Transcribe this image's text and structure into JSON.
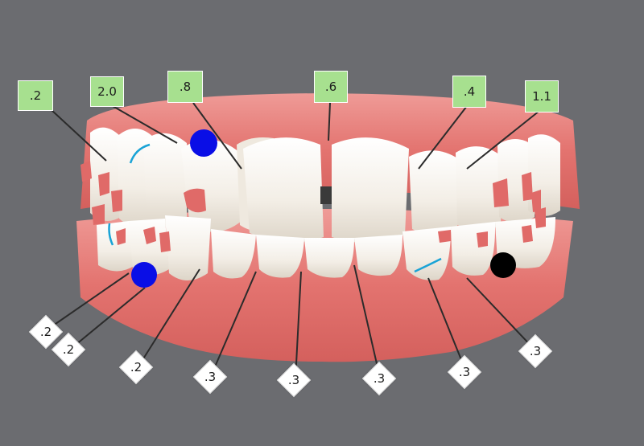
{
  "colors": {
    "background": "#6b6c70",
    "gum": "#e37b7b",
    "tooth": "#f4efe8",
    "attachment": "#e06a68",
    "upper_label_fill": "#a7e08f",
    "lower_label_fill": "#ffffff",
    "marker_blue": "#0a0ee6",
    "marker_black": "#000000",
    "arch_wire": "#19a3d6"
  },
  "upper_labels": [
    {
      "id": "u1",
      "text": ".2"
    },
    {
      "id": "u2",
      "text": "2.0"
    },
    {
      "id": "u3",
      "text": ".8"
    },
    {
      "id": "u4",
      "text": ".6"
    },
    {
      "id": "u5",
      "text": ".4"
    },
    {
      "id": "u6",
      "text": "1.1"
    }
  ],
  "lower_labels": [
    {
      "id": "l1",
      "text": ".2"
    },
    {
      "id": "l2",
      "text": ".2"
    },
    {
      "id": "l3",
      "text": ".2"
    },
    {
      "id": "l4",
      "text": ".3"
    },
    {
      "id": "l5",
      "text": ".3"
    },
    {
      "id": "l6",
      "text": ".3"
    },
    {
      "id": "l7",
      "text": ".3"
    },
    {
      "id": "l8",
      "text": ".3"
    }
  ],
  "markers": [
    {
      "id": "m1",
      "color": "blue"
    },
    {
      "id": "m2",
      "color": "blue"
    },
    {
      "id": "m3",
      "color": "black"
    }
  ]
}
